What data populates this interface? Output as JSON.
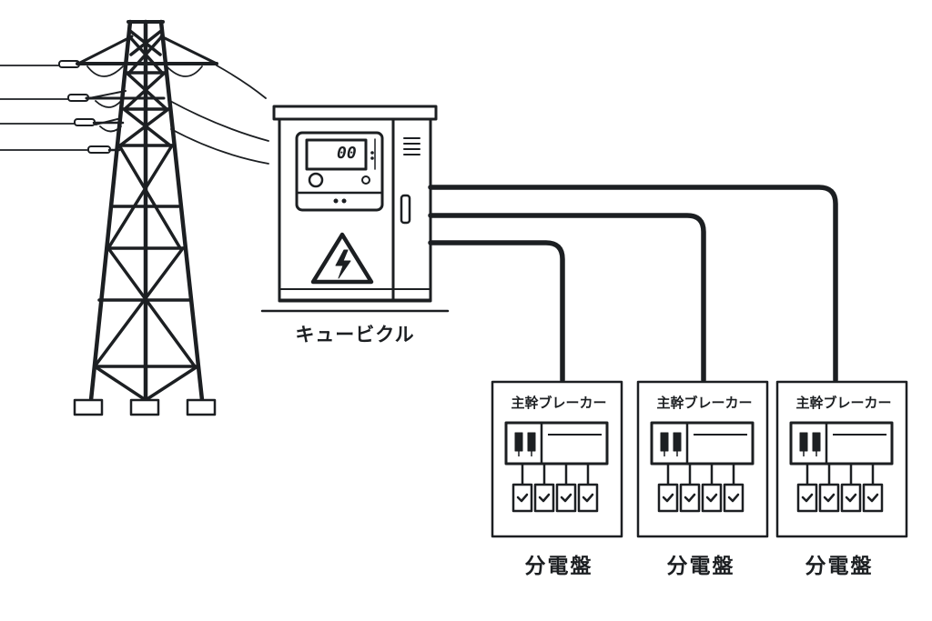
{
  "diagram": {
    "title_elements": {
      "cubicle_label": "キュービクル",
      "meter_display": "00"
    },
    "panels": [
      {
        "title": "主幹ブレーカー",
        "label": "分電盤",
        "breaker_count": 4
      },
      {
        "title": "主幹ブレーカー",
        "label": "分電盤",
        "breaker_count": 4
      },
      {
        "title": "主幹ブレーカー",
        "label": "分電盤",
        "breaker_count": 4
      }
    ],
    "icons": {
      "tower": "transmission-tower-icon",
      "cubicle": "cubicle-substation-icon",
      "warning": "high-voltage-warning-icon",
      "breaker_check": "check-icon"
    },
    "colors": {
      "stroke": "#1c1f22",
      "background": "#ffffff"
    }
  }
}
